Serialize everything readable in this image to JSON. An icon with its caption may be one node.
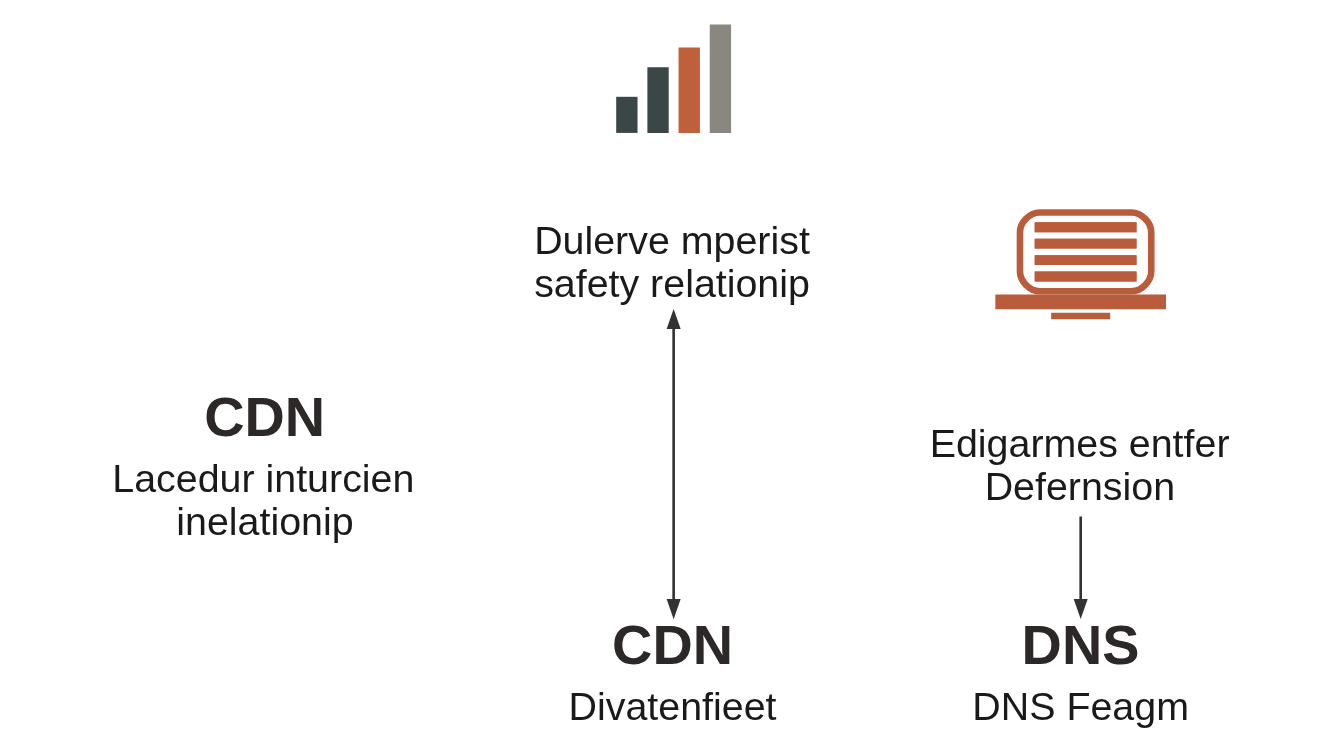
{
  "diagram": {
    "nodes": [
      {
        "text": [],
        "shape": "picture"
      },
      {
        "text": [
          "Dulerve mperist safety relationip"
        ]
      },
      {
        "text": [
          "CDN",
          "Lacedur inturcien inelationip"
        ]
      },
      {
        "text": [],
        "shape": "picture"
      },
      {
        "text": [
          "Edigarmes entfer Defernsion"
        ]
      },
      {
        "text": [
          "CDN",
          "Divatenfieet"
        ]
      },
      {
        "text": [
          "DNS",
          "DNS Feagm"
        ]
      }
    ],
    "edges": [
      {
        "from": 1,
        "to": 5,
        "arrow": "both"
      },
      {
        "from": 4,
        "to": 6,
        "arrow": "to"
      }
    ]
  }
}
